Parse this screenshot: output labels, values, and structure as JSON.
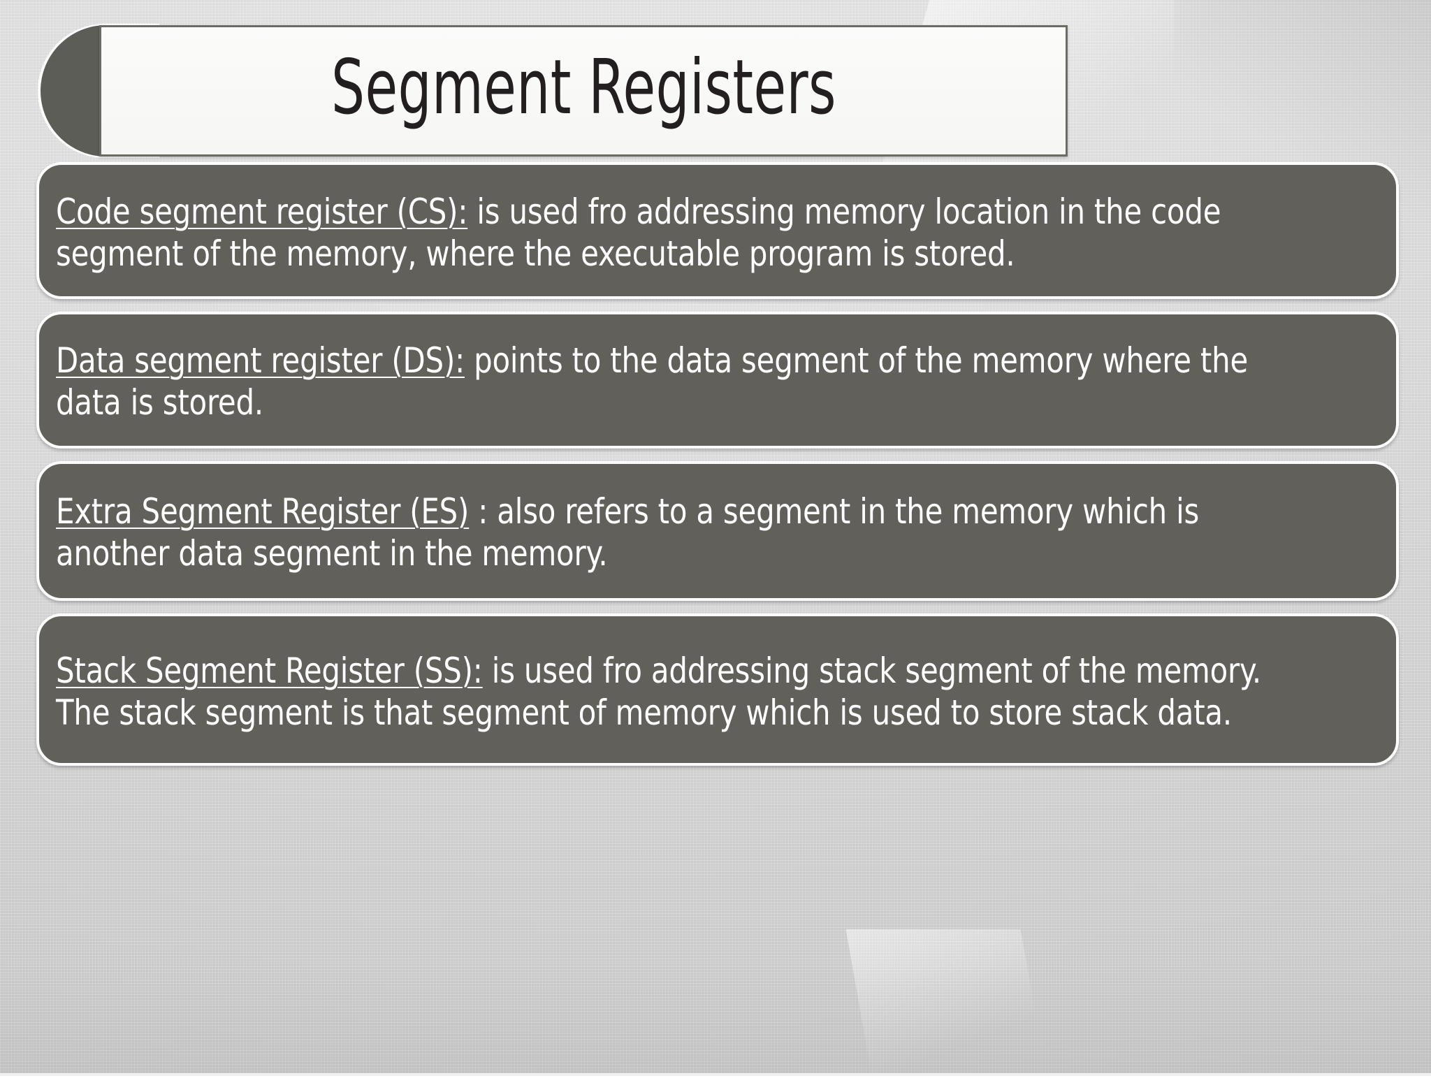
{
  "slide": {
    "title": "Segment Registers",
    "background_color": "#d2d2d2",
    "accent_color": "#5d5d58",
    "box_color": "#62605b",
    "box_border_color": "#fdfdfd",
    "title_text_color": "#231f20",
    "body_text_color": "#ffffff"
  },
  "bullets": [
    {
      "id": "code-segment-register",
      "lead": "Code segment register (CS):",
      "lead_underlined": true,
      "body": " is used fro addressing memory location in the code segment of the memory, where the executable program is stored."
    },
    {
      "id": "data-segment-register",
      "lead": "Data segment register (DS):",
      "lead_underlined": true,
      "body": " points to the data segment of the memory where the data is stored."
    },
    {
      "id": "extra-segment-register",
      "lead": "Extra Segment Register (ES)",
      "lead_underlined": true,
      "body": " : also refers to a segment in the memory which is another data segment in the memory."
    },
    {
      "id": "stack-segment-register",
      "lead": "Stack Segment Register (SS):",
      "lead_underlined": true,
      "body": " is used fro addressing stack segment of the memory. The stack segment is that segment of memory which is used to store stack data."
    }
  ]
}
